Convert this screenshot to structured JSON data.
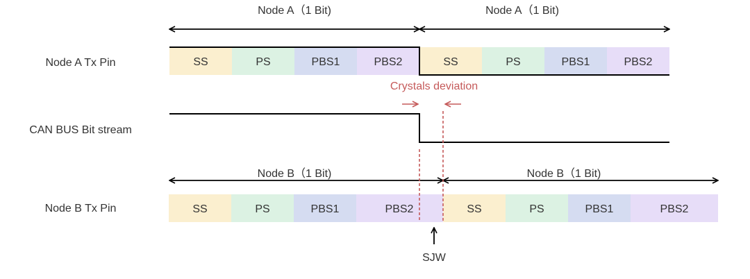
{
  "rows": {
    "node_a_label": "Node A Tx Pin",
    "can_bus_label": "CAN BUS Bit stream",
    "node_b_label": "Node B Tx Pin"
  },
  "bit_labels": {
    "node_a_bit1": "Node A（1 Bit)",
    "node_a_bit2": "Node A（1 Bit)",
    "node_b_bit1": "Node B（1 Bit)",
    "node_b_bit2": "Node B（1 Bit)"
  },
  "segments": {
    "ss": "SS",
    "ps": "PS",
    "pbs1": "PBS1",
    "pbs2": "PBS2"
  },
  "segment_colors": {
    "ss": "#fbefcf",
    "ps": "#dcf2e3",
    "pbs1": "#d5dcf1",
    "pbs2": "#e7ddf8"
  },
  "annotations": {
    "crystals_deviation": "Crystals deviation",
    "sjw": "SJW"
  },
  "colors": {
    "line": "#000000",
    "deviation": "#c55a5a"
  }
}
